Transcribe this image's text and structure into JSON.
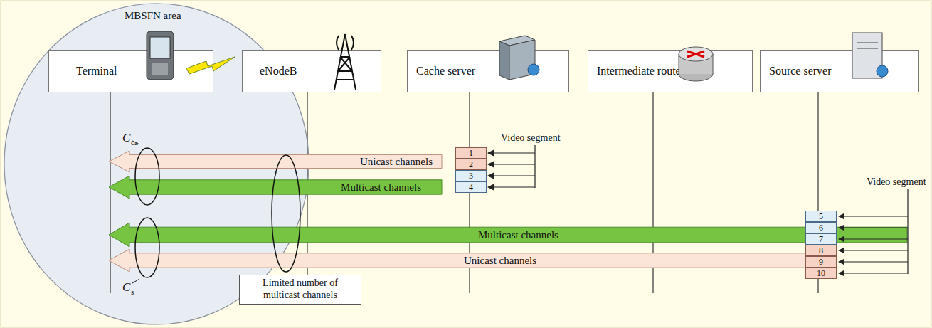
{
  "diagram": {
    "nodes": [
      {
        "text": [
          "MBSFN area"
        ]
      },
      {
        "text": [
          "Terminal"
        ],
        "in": 0
      },
      {
        "text": [
          "eNodeB"
        ]
      },
      {
        "text": [
          "Cache server"
        ]
      },
      {
        "text": [
          "Intermediate router"
        ]
      },
      {
        "text": [
          "Source server"
        ]
      },
      {
        "text": [
          "Unicast channels"
        ]
      },
      {
        "text": [
          "Multicast channels"
        ]
      },
      {
        "text": [
          "1"
        ]
      },
      {
        "text": [
          "2"
        ]
      },
      {
        "text": [
          "3"
        ]
      },
      {
        "text": [
          "4"
        ]
      },
      {
        "text": [
          "Multicast channels"
        ]
      },
      {
        "text": [
          "Unicast channels"
        ]
      },
      {
        "text": [
          "5"
        ]
      },
      {
        "text": [
          "6"
        ]
      },
      {
        "text": [
          "7"
        ]
      },
      {
        "text": [
          "8"
        ]
      },
      {
        "text": [
          "9"
        ]
      },
      {
        "text": [
          "10"
        ]
      },
      {
        "text": [
          "Limited number of multicast channels"
        ]
      }
    ],
    "labels": [
      "C",
      "ca",
      "C",
      "s",
      "Video segment",
      "Video segment"
    ]
  }
}
